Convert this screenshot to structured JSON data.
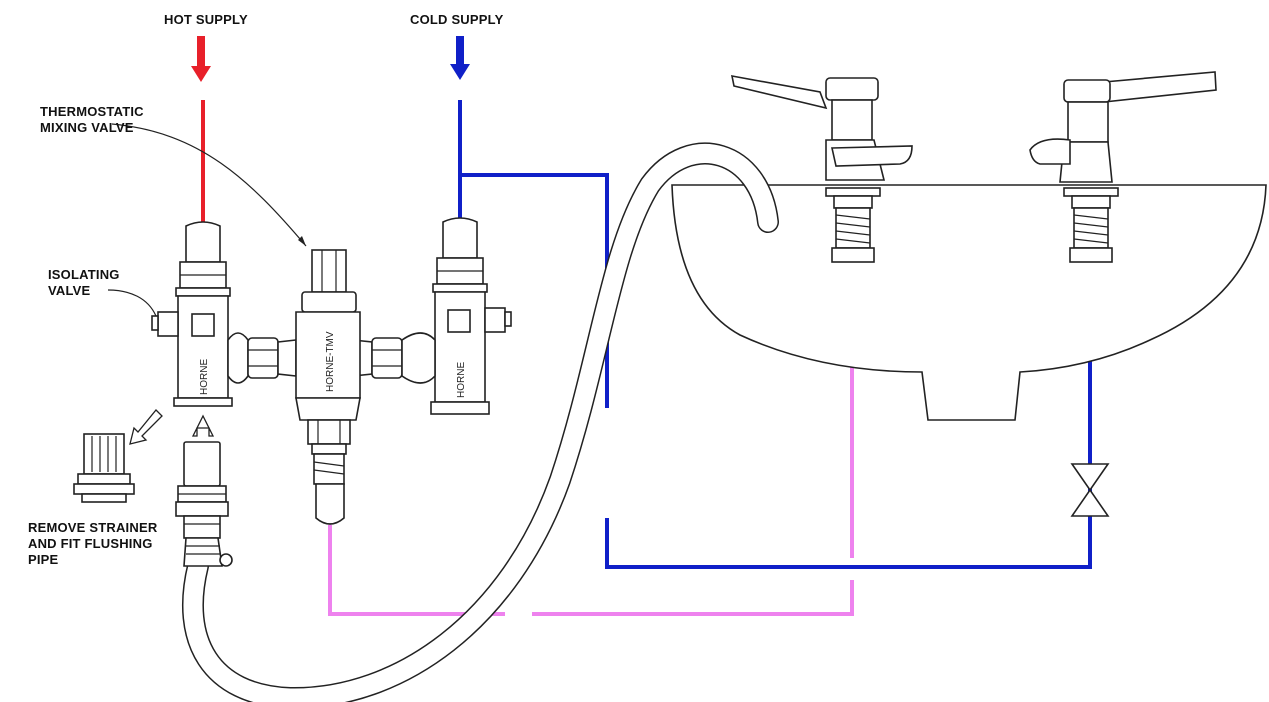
{
  "labels": {
    "hot_supply": "HOT SUPPLY",
    "cold_supply": "COLD SUPPLY",
    "thermostatic_mixing_valve": [
      "THERMOSTATIC",
      "MIXING VALVE"
    ],
    "isolating_valve": [
      "ISOLATING",
      "VALVE"
    ],
    "remove_strainer": [
      "REMOVE STRAINER",
      "AND FIT FLUSHING",
      "PIPE"
    ]
  },
  "branding": {
    "hot_valve": "HORNE",
    "mixing_valve": "HORNE-TMV",
    "cold_valve": "HORNE"
  },
  "colors": {
    "hot": "#e8202a",
    "cold": "#1020c8",
    "mixed": "#ee82ee",
    "line": "#222222"
  }
}
